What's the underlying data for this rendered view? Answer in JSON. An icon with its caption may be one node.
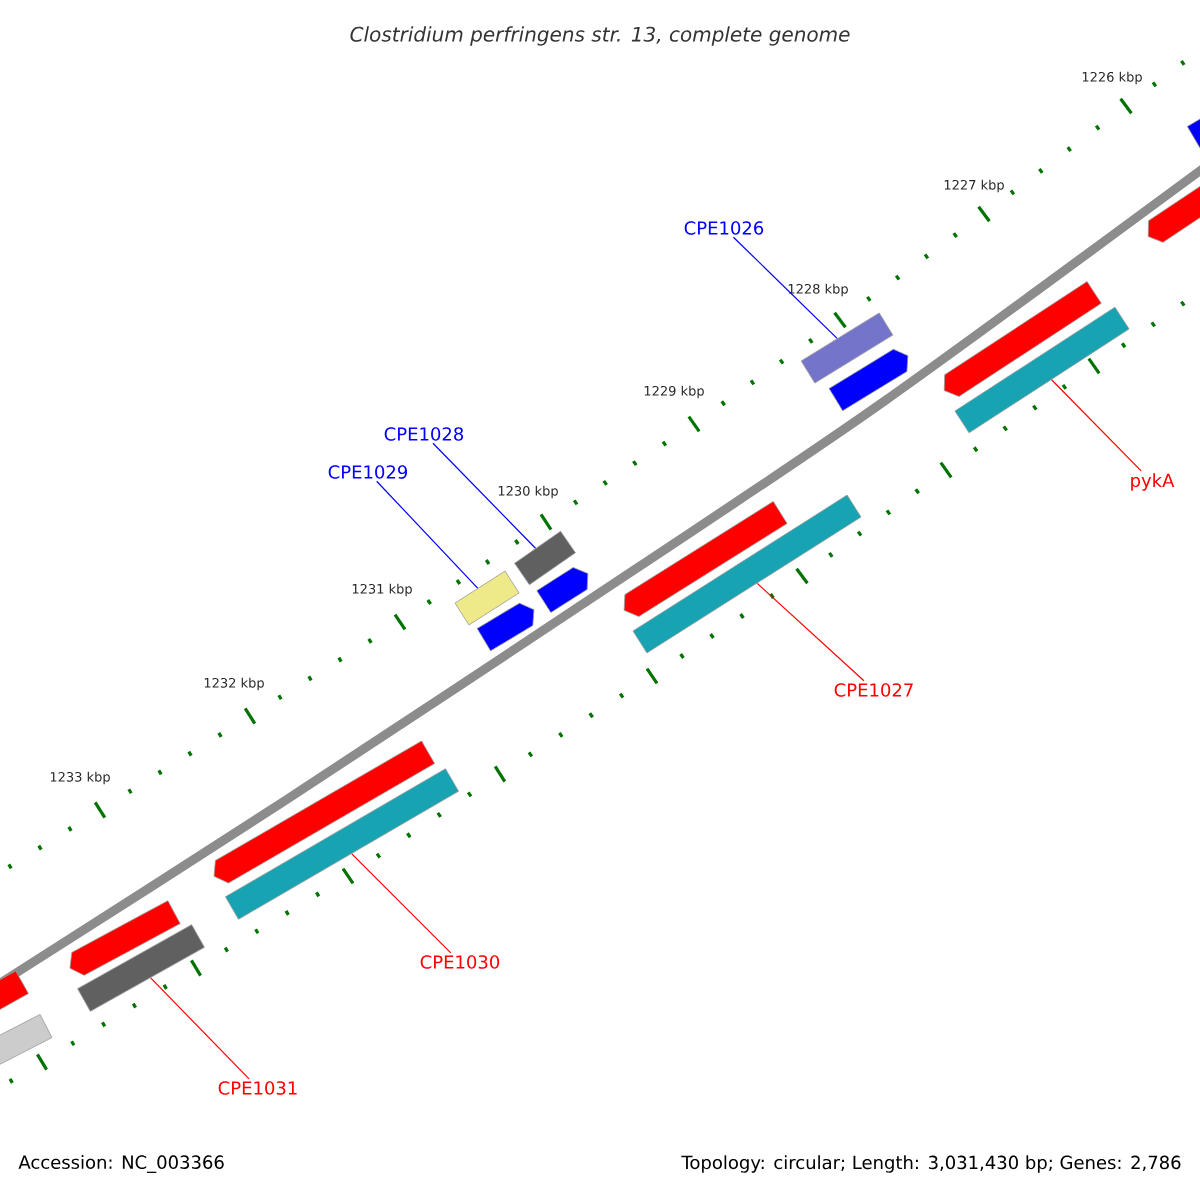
{
  "diagram": {
    "title": "Clostridium perfringens str. 13, complete genome",
    "nodes": [
      {
        "text": [
          "CPE1026"
        ]
      },
      {
        "text": [
          "CPE1028"
        ]
      },
      {
        "text": [
          "CPE1029"
        ]
      },
      {
        "text": [
          "pykA"
        ]
      },
      {
        "text": [
          "CPE1027"
        ]
      },
      {
        "text": [
          "CPE1030"
        ]
      },
      {
        "text": [
          "CPE1031"
        ]
      },
      {
        "text": [],
        "shape": "bar"
      },
      {
        "text": [],
        "shape": "bar"
      },
      {
        "text": [],
        "shape": "bar"
      },
      {
        "text": [],
        "shape": "bar"
      },
      {
        "text": [],
        "shape": "bar"
      },
      {
        "text": [],
        "shape": "bar"
      },
      {
        "text": [],
        "shape": "bar"
      },
      {
        "text": [],
        "shape": "arrow"
      },
      {
        "text": [],
        "shape": "bar"
      },
      {
        "text": [],
        "shape": "arrow"
      },
      {
        "text": [],
        "shape": "arrow"
      },
      {
        "text": [],
        "shape": "arrow"
      },
      {
        "text": [],
        "shape": "arrow"
      },
      {
        "text": [],
        "shape": "arrow"
      },
      {
        "text": [],
        "shape": "arrow"
      },
      {
        "text": [],
        "shape": "arrow"
      },
      {
        "text": [],
        "shape": "arrow"
      },
      {
        "text": [],
        "shape": "arrow"
      }
    ],
    "edges": [
      {
        "from": 0,
        "to": 7,
        "arrow": "none",
        "color": "#0000ff"
      },
      {
        "from": 1,
        "to": 8,
        "arrow": "none",
        "color": "#0000ff"
      },
      {
        "from": 2,
        "to": 9,
        "arrow": "none",
        "color": "#0000ff"
      },
      {
        "from": 3,
        "to": 10,
        "arrow": "none"
      },
      {
        "from": 4,
        "to": 11,
        "arrow": "none"
      },
      {
        "from": 5,
        "to": 12,
        "arrow": "none"
      },
      {
        "from": 6,
        "to": 13,
        "arrow": "none"
      }
    ],
    "labels": [
      "1226 kbp",
      "1227 kbp",
      "1228 kbp",
      "1229 kbp",
      "1230 kbp",
      "1231 kbp",
      "1232 kbp",
      "1233 kbp",
      "Accession: NC_003366",
      "Topology: circular; Length: 3,031,430 bp; Genes: 2,786"
    ]
  }
}
